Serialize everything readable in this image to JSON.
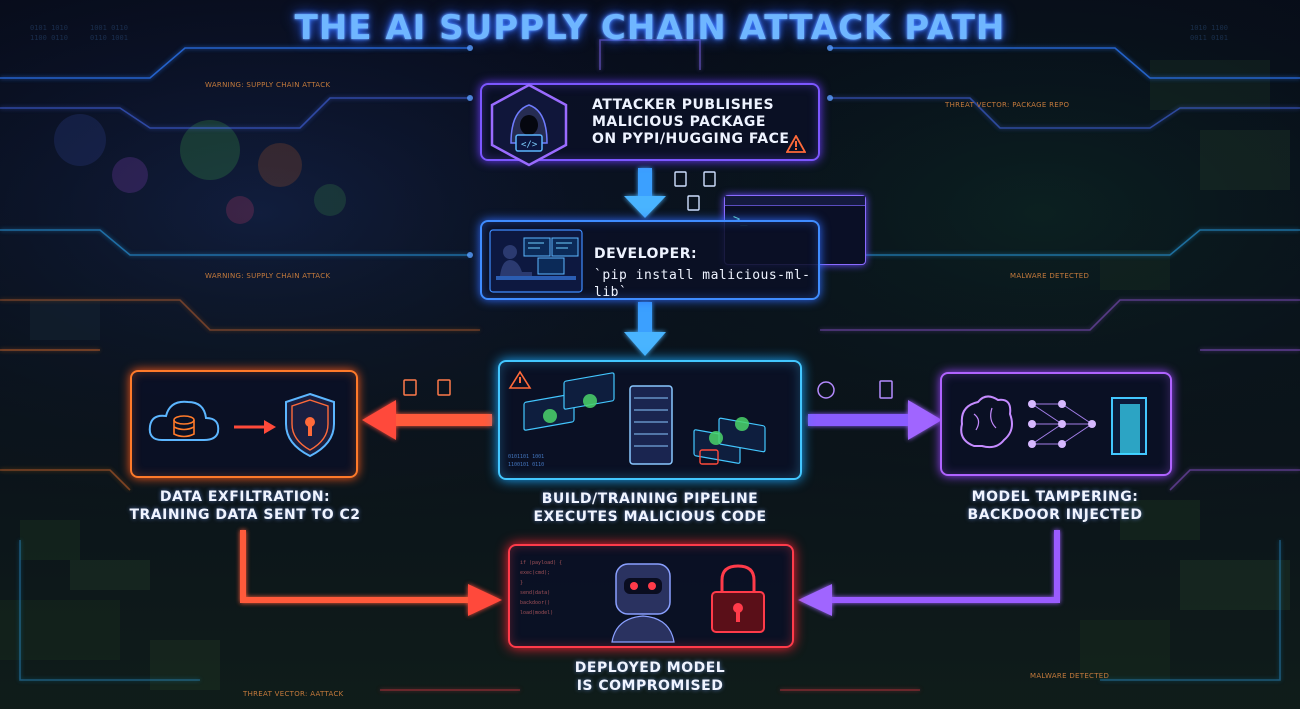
{
  "title": "THE AI SUPPLY CHAIN ATTACK PATH",
  "background_labels": {
    "warning_top_left": "WARNING: SUPPLY CHAIN ATTACK",
    "warning_mid_left": "WARNING: SUPPLY CHAIN ATTACK",
    "threat_top_right": "THREAT VECTOR: PACKAGE REPO",
    "malware_mid_right": "MALWARE DETECTED",
    "threat_bottom_left": "THREAT VECTOR: AATTACK",
    "malware_bottom_right": "MALWARE DETECTED"
  },
  "steps": {
    "attacker": {
      "line1": "ATTACKER PUBLISHES",
      "line2": "MALICIOUS PACKAGE",
      "line3": "ON PYPI/HUGGING FACE"
    },
    "developer": {
      "heading": "DEVELOPER:",
      "command": "`pip install malicious-ml-lib`"
    },
    "pipeline": {
      "line1": "BUILD/TRAINING PIPELINE",
      "line2": "EXECUTES MALICIOUS CODE"
    },
    "exfiltration": {
      "line1": "DATA EXFILTRATION:",
      "line2": "TRAINING DATA SENT TO C2"
    },
    "tampering": {
      "line1": "MODEL TAMPERING:",
      "line2": "BACKDOOR INJECTED"
    },
    "deployed": {
      "line1": "DEPLOYED MODEL",
      "line2": "IS COMPROMISED"
    }
  },
  "terminal_prompt": ">_",
  "colors": {
    "title": "#6fb6ff",
    "blue": "#3f8cff",
    "orange": "#ff7a2a",
    "purple": "#b063ff",
    "red": "#ff3b4a",
    "cyan": "#43c7ff"
  }
}
